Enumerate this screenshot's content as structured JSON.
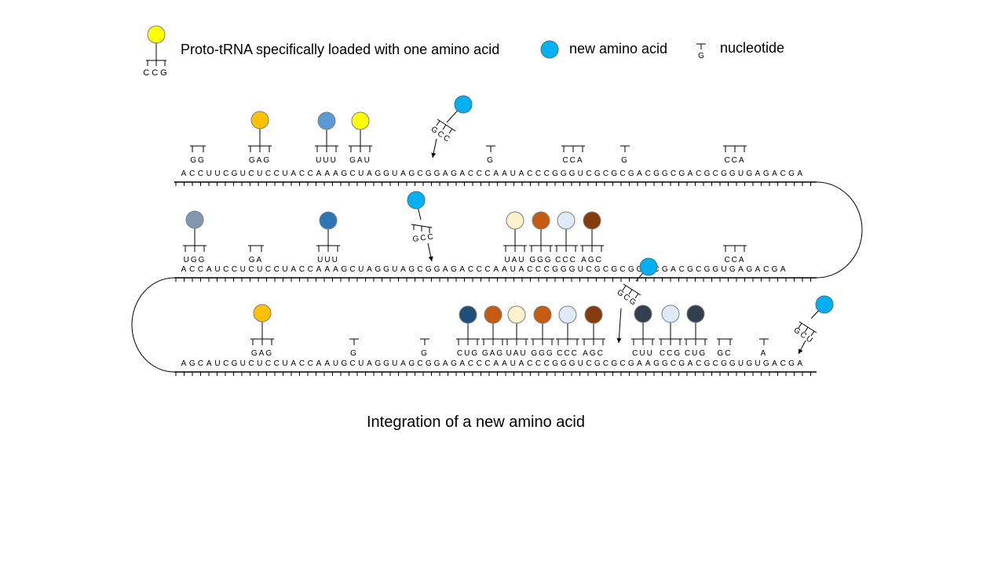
{
  "legend": {
    "trna_label": "Proto-tRNA specifically loaded with one amino acid",
    "trna_anticodon": "CCG",
    "new_aa_label": "new amino acid",
    "nucleotide_label": "nucleotide",
    "nucleotide_letter": "G"
  },
  "caption": "Integration of a new amino acid",
  "colors": {
    "yellow": "#ffff00",
    "orange": "#ffc000",
    "new_amino_acid": "#00b0f0",
    "blue_mid": "#5b9bd5",
    "blue_dark": "#2e75b6",
    "slate": "#8497b0",
    "cream": "#fff2cc",
    "rust": "#c55a11",
    "pale_blue": "#deebf7",
    "brown": "#843c0c",
    "navy": "#1f4e79",
    "charcoal": "#323f4f"
  },
  "rows": [
    {
      "sequence": "ACCUUCGUCUCCUACCAAAGCUAGGUAGCGGAGACCCAAUACCCGGGUCGCGCGACGGCGACGCGGUGAGACGA",
      "trna": [
        {
          "anticodon": "GG",
          "color": null
        },
        {
          "anticodon": "GAG",
          "color": "orange"
        },
        {
          "anticodon": "UUU",
          "color": "blue_mid"
        },
        {
          "anticodon": "GAU",
          "color": "yellow"
        },
        {
          "anticodon": "G",
          "color": null
        },
        {
          "anticodon": "CCA",
          "color": null
        },
        {
          "anticodon": "G",
          "color": null
        },
        {
          "anticodon": "CCA",
          "color": null
        }
      ],
      "incoming": {
        "anticodon": "GCC"
      }
    },
    {
      "sequence": "ACCAUCCUCUCCUACCAAAGCUAGGUAGCGGAGACCCAAUACCCGGGUCGCGCGGGCGACGCGGUGAGACGA",
      "trna": [
        {
          "anticodon": "UGG",
          "color": "slate"
        },
        {
          "anticodon": "GA",
          "color": null
        },
        {
          "anticodon": "UUU",
          "color": "blue_dark"
        },
        {
          "anticodon": "UAU",
          "color": "cream"
        },
        {
          "anticodon": "GGG",
          "color": "rust"
        },
        {
          "anticodon": "CCC",
          "color": "pale_blue"
        },
        {
          "anticodon": "AGC",
          "color": "brown"
        },
        {
          "anticodon": "CCA",
          "color": null
        }
      ],
      "incoming": {
        "anticodon": "GCC"
      },
      "incoming_2": {
        "anticodon": "GCG"
      }
    },
    {
      "sequence": "AGCAUCGUCUCCUACCAAUGCUAGGUAGCGGAGACCCAAUACCCGGGUCGCGCGAAGGCGACGCGGUGUGACGA",
      "trna": [
        {
          "anticodon": "GAG",
          "color": "orange"
        },
        {
          "anticodon": "G",
          "color": null
        },
        {
          "anticodon": "G",
          "color": null
        },
        {
          "anticodon": "CUG",
          "color": "navy"
        },
        {
          "anticodon": "GAG",
          "color": "rust"
        },
        {
          "anticodon": "UAU",
          "color": "cream"
        },
        {
          "anticodon": "GGG",
          "color": "rust"
        },
        {
          "anticodon": "CCC",
          "color": "pale_blue"
        },
        {
          "anticodon": "AGC",
          "color": "brown"
        },
        {
          "anticodon": "CUU",
          "color": "charcoal"
        },
        {
          "anticodon": "CCG",
          "color": "pale_blue"
        },
        {
          "anticodon": "CUG",
          "color": "charcoal"
        },
        {
          "anticodon": "GC",
          "color": null
        },
        {
          "anticodon": "A",
          "color": null
        }
      ],
      "incoming": {
        "anticodon": "GCU"
      }
    }
  ]
}
